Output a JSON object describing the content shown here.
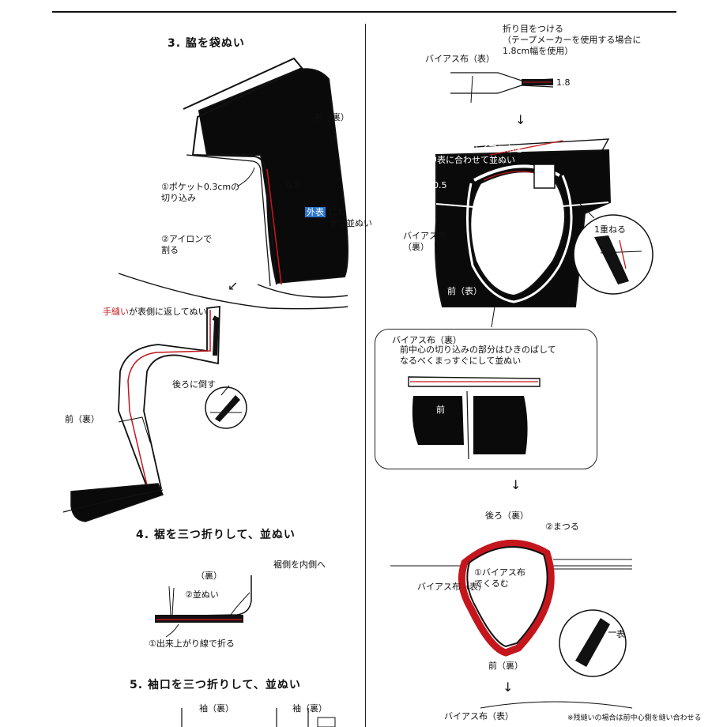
{
  "steps": {
    "s3": {
      "title": "3. 脇を袋ぬい"
    },
    "s4": {
      "title": "4. 裾を三つ折りして、並ぬい"
    },
    "s5": {
      "title": "5. 袖口を三つ折りして、並ぬい"
    }
  },
  "left_labels": {
    "back_ura_top": "前（裏）",
    "clip": "①ポケット0.3cmの\n切り込み",
    "num_05": "0.5",
    "gaihyo": "外表",
    "gaihyo_suffix": "にわ\nせて並ぬい",
    "iron": "②アイロンで\n割る",
    "sleeve_note_red": "手縫い",
    "sleeve_note": "が表側に返してぬい",
    "fold_note": "後ろに倒す",
    "mae_ura": "前（裏）",
    "hem_omote": "（裏）",
    "hem_sew": "②並ぬい",
    "hem_fold": "①出来上がり線で折る",
    "hem_right": "裾側を内側へ",
    "cuff_ura1": "袖（裏）",
    "cuff_ura2": "袖（裏）"
  },
  "right_labels": {
    "crease_note": "折り目をつける\n（テープメーカーを使用する場合に\n1.8cm幅を使用）",
    "bias_omote": "バイアス布（表）",
    "num_18": "1.8",
    "step1_note": "①衿ぐりにバイアス布を\n中表に合わせて並ぬい",
    "num_05r": "0.5",
    "bias_lbl": "バイアス布\n（裏）",
    "kasaneru": "1重ねる",
    "mae_omote": "前（表）",
    "box_head": "バイアス布（裏）",
    "box_note": "前中心の切り込みの部分はひきのばして\nなるべくまっすぐにして並ぬい",
    "box_mae": "前",
    "ushiro": "後ろ（裏）",
    "matsuri": "②まつる",
    "bias_fold": "①バイアス布\nでくるむ",
    "bias_side": "バイアス布（表）",
    "ura": "表",
    "mae_ura2": "前（裏）",
    "bias_bottom": "バイアス布（表）",
    "corner_note": "※残縫いの場合は前中心側を縫い合わせる"
  },
  "arrows": {
    "down": "↓",
    "diag": "↙"
  }
}
